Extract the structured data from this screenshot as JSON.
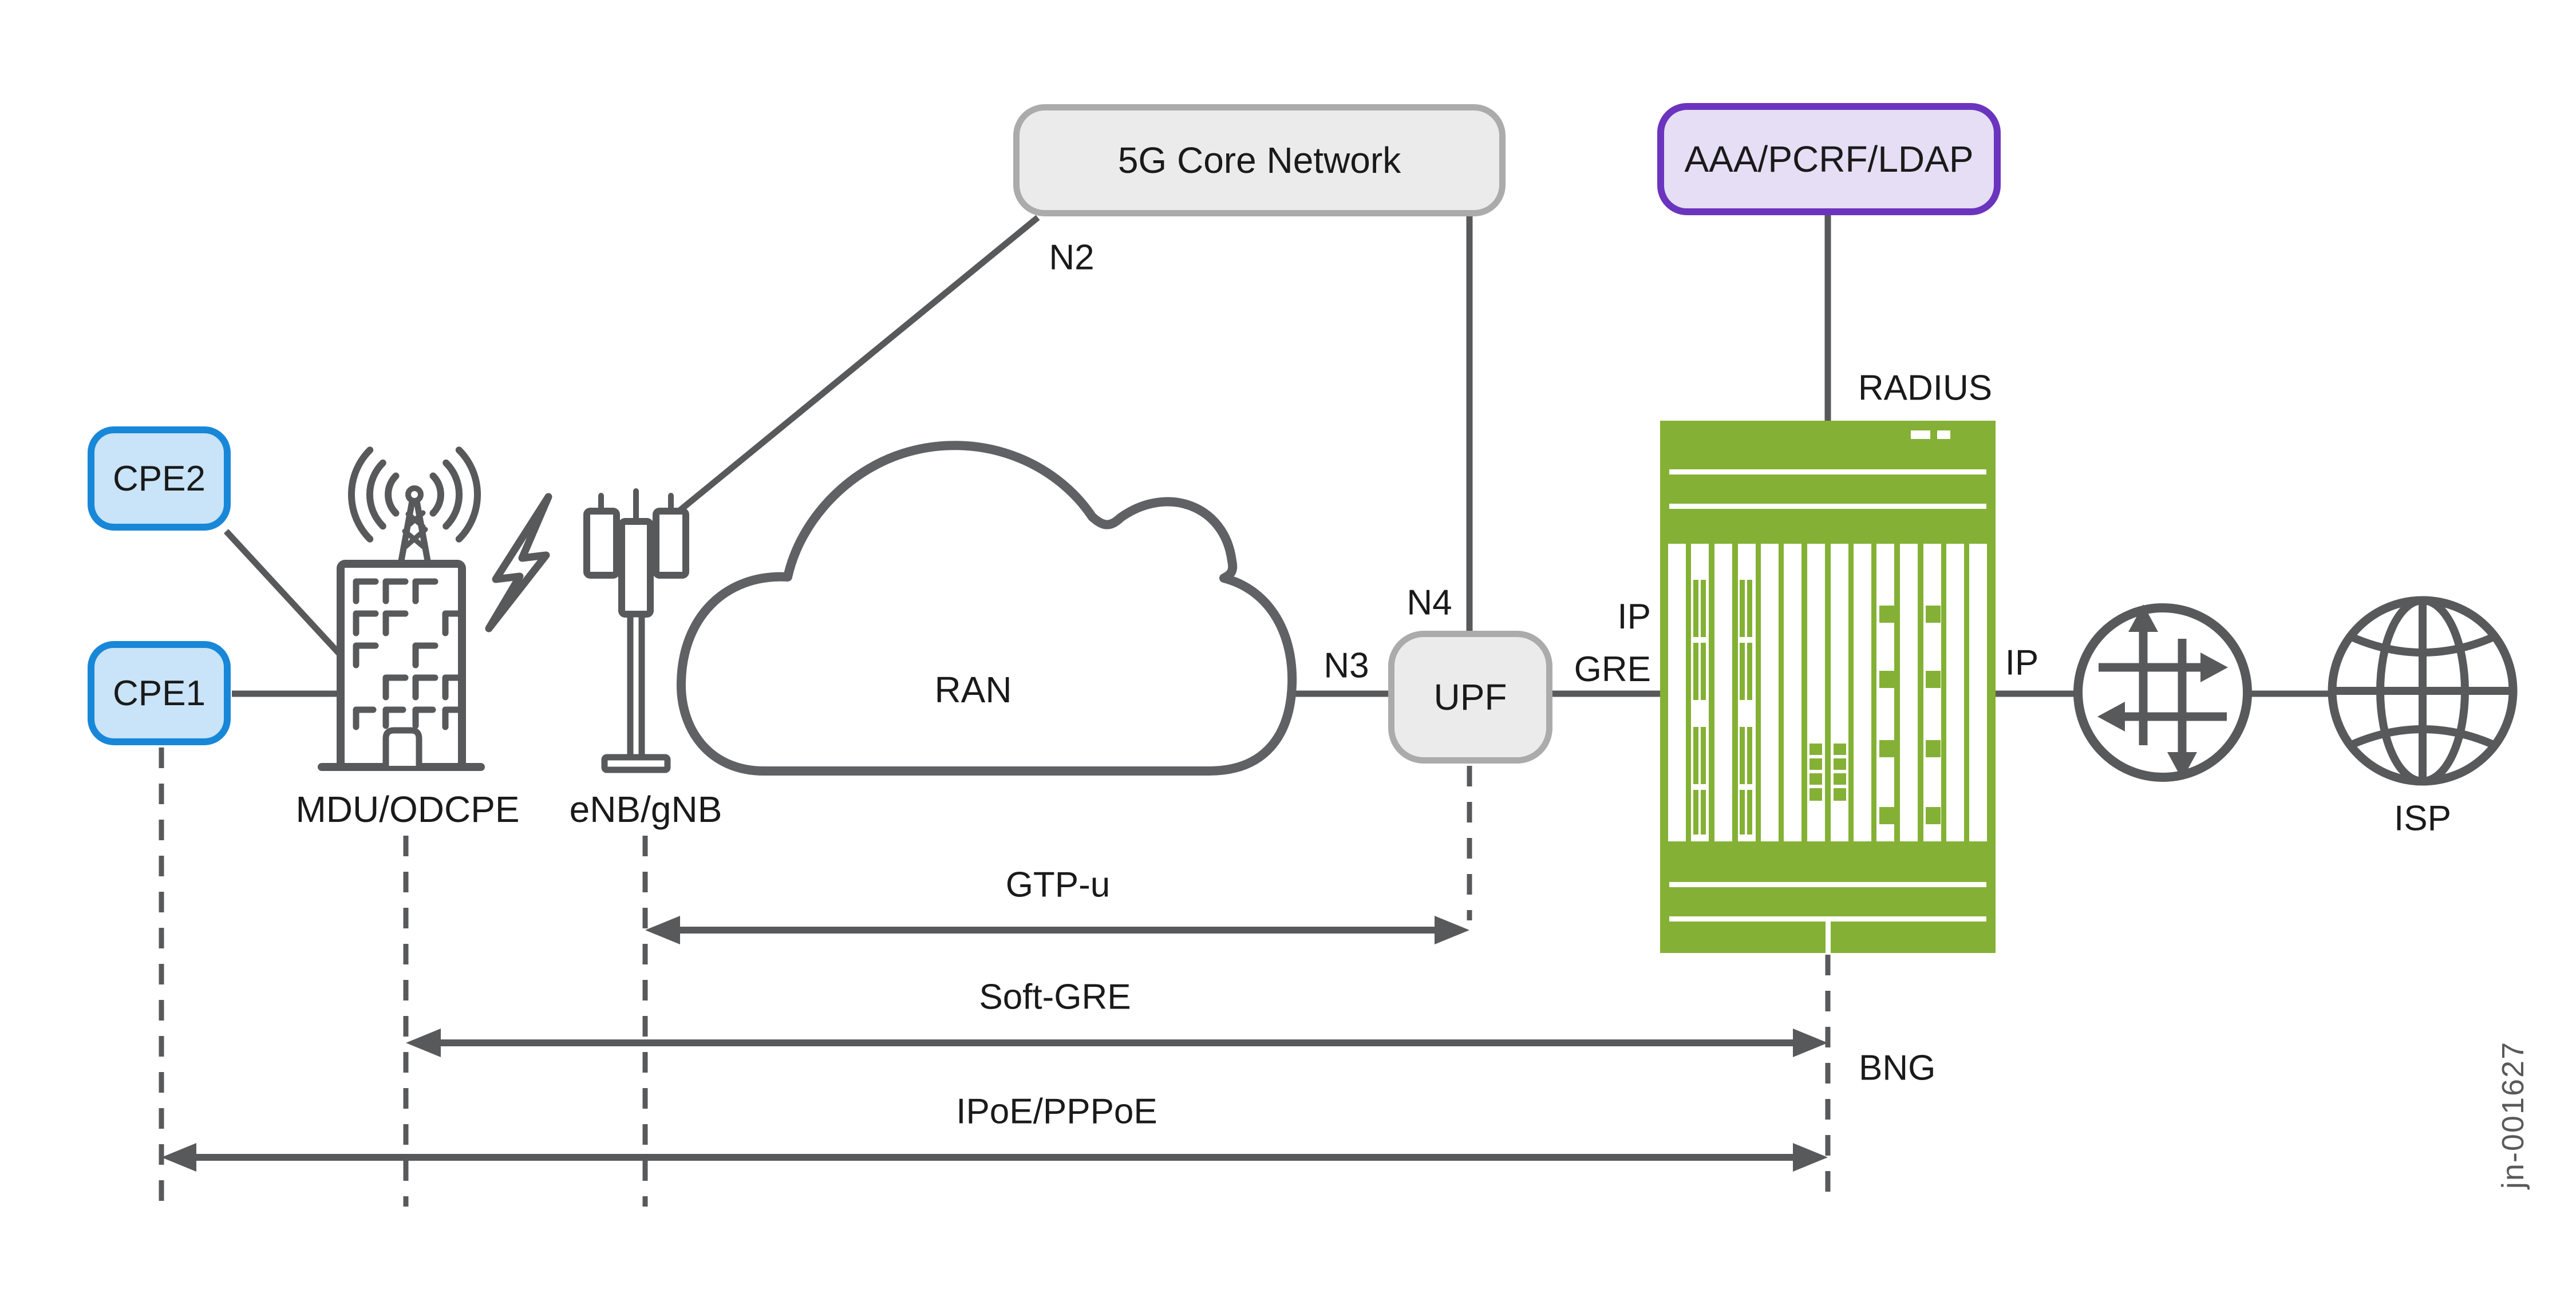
{
  "page": {
    "background": "#FFFFFF",
    "figure_id": "jn-001627"
  },
  "colors": {
    "line_gray": "#58595B",
    "node_border_gray": "#ABABAB",
    "node_fill_gray": "#EBEBEB",
    "cpe_border_blue": "#1887D8",
    "cpe_fill_blue": "#C9E3F8",
    "aaa_border_purple": "#6B34BE",
    "aaa_fill_purple": "#E5DEF4",
    "chassis_green": "#84B135",
    "label_black": "#1A1A1A"
  },
  "nodes": {
    "cpe2": {
      "label": "CPE2"
    },
    "cpe1": {
      "label": "CPE1"
    },
    "mdu": {
      "label": "MDU/ODCPE"
    },
    "enb": {
      "label": "eNB/gNB"
    },
    "ran": {
      "label": "RAN"
    },
    "core": {
      "label": "5G Core Network"
    },
    "aaa": {
      "label": "AAA/PCRF/LDAP"
    },
    "upf": {
      "label": "UPF"
    },
    "bng": {
      "label": "BNG"
    },
    "isp": {
      "label": "ISP"
    }
  },
  "interfaces": {
    "n2": {
      "label": "N2"
    },
    "n3": {
      "label": "N3"
    },
    "n4": {
      "label": "N4"
    },
    "radius": {
      "label": "RADIUS"
    },
    "ip_gre": {
      "line1": "IP",
      "line2": "GRE"
    },
    "ip": {
      "label": "IP"
    }
  },
  "tunnels": {
    "gtpu": {
      "label": "GTP-u"
    },
    "soft_gre": {
      "label": "Soft-GRE"
    },
    "ipoe": {
      "label": "IPoE/PPPoE"
    }
  }
}
